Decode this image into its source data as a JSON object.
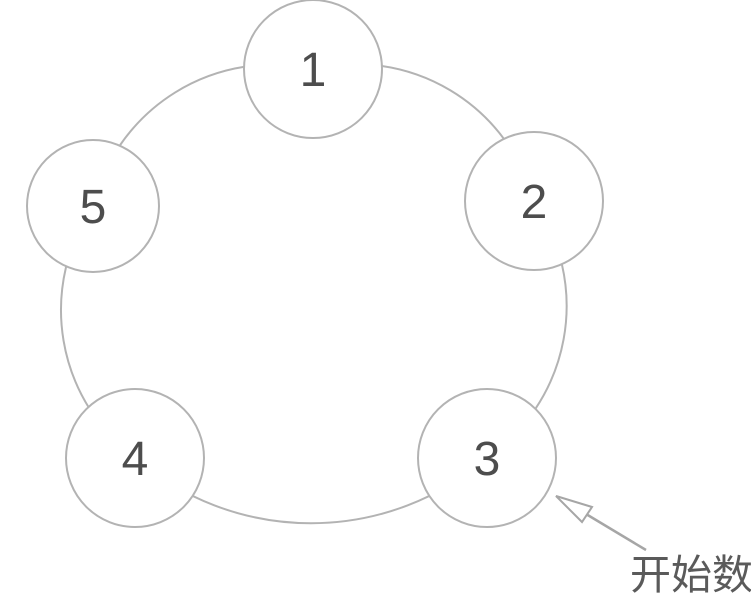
{
  "diagram": {
    "type": "circular-ring",
    "description": "Five numbered nodes arranged in a circle, counted starting at node 3",
    "nodes": [
      {
        "id": "1",
        "label": "1"
      },
      {
        "id": "2",
        "label": "2"
      },
      {
        "id": "3",
        "label": "3"
      },
      {
        "id": "4",
        "label": "4"
      },
      {
        "id": "5",
        "label": "5"
      }
    ],
    "annotation": {
      "label": "开始数",
      "points_to_node": "3"
    }
  },
  "colors": {
    "background": "#ffffff",
    "ring_stroke": "#b3b3b3",
    "node_fill": "#ffffff",
    "node_stroke": "#b3b3b3",
    "number_color": "#4d4d4d",
    "arrow_stroke": "#a6a6a6",
    "arrowhead_fill": "#ffffff",
    "annotation_text_color": "#5a5a5a"
  }
}
